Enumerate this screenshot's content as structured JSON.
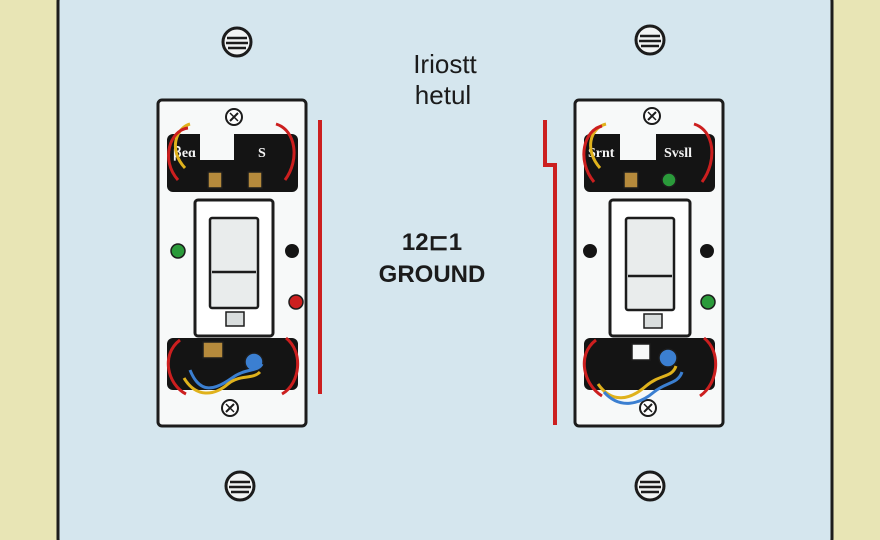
{
  "diagram": {
    "title_lines": [
      "Iriostt",
      "hetul"
    ],
    "center_number": "12⊏1",
    "center_label": "GROUND",
    "left_switch": {
      "terminal_left": "ꞵeɑ",
      "terminal_right": "S"
    },
    "right_switch": {
      "terminal_left": "Srnt",
      "terminal_right": "Svsll"
    }
  },
  "colors": {
    "wall": "#e8e5b5",
    "plate": "#d5e6ee",
    "outline": "#1c1c1c",
    "hot_wire": "#cc1f1f",
    "ground_dot": "#2a9a3a",
    "neutral_wire": "#3b7fd1",
    "yellow_wire": "#e0b21c",
    "terminal_brass": "#b58a3c"
  },
  "icons": [
    "screw-icon",
    "rocker-switch-icon",
    "terminal-screw-icon"
  ]
}
